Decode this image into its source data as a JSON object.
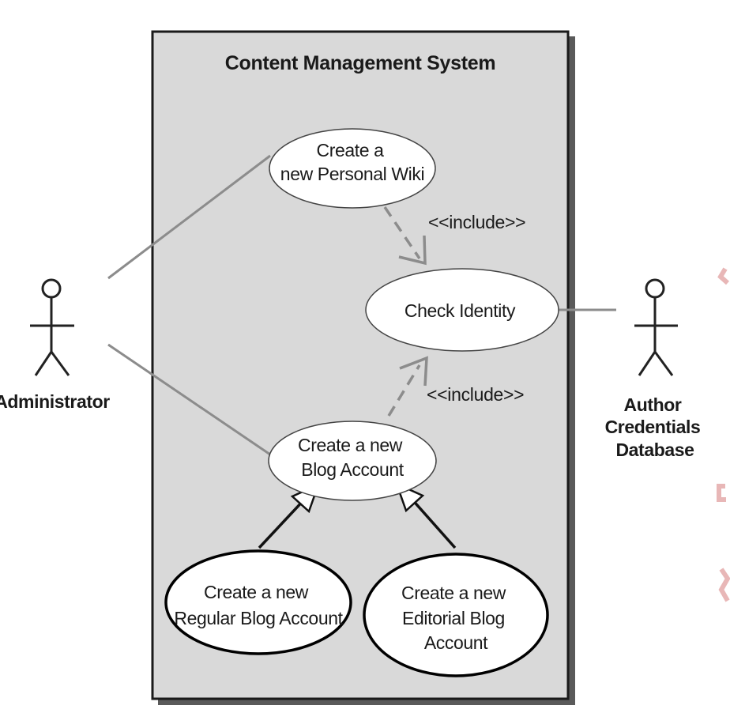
{
  "system": {
    "title": "Content Management System"
  },
  "actors": {
    "administrator": {
      "label": "Administrator"
    },
    "author_db": {
      "lines": [
        "Author",
        "Credentials",
        "Database"
      ]
    }
  },
  "use_cases": {
    "personal_wiki": {
      "lines": [
        "Create a",
        "new Personal Wiki"
      ]
    },
    "check_identity": {
      "lines": [
        "Check Identity"
      ]
    },
    "blog_account": {
      "lines": [
        "Create a new",
        "Blog Account"
      ]
    },
    "regular_blog": {
      "lines": [
        "Create a new",
        "Regular Blog Account"
      ]
    },
    "editorial_blog": {
      "lines": [
        "Create a new",
        "Editorial Blog",
        "Account"
      ]
    }
  },
  "relations": {
    "include_top": "<<include>>",
    "include_bottom": "<<include>>"
  }
}
